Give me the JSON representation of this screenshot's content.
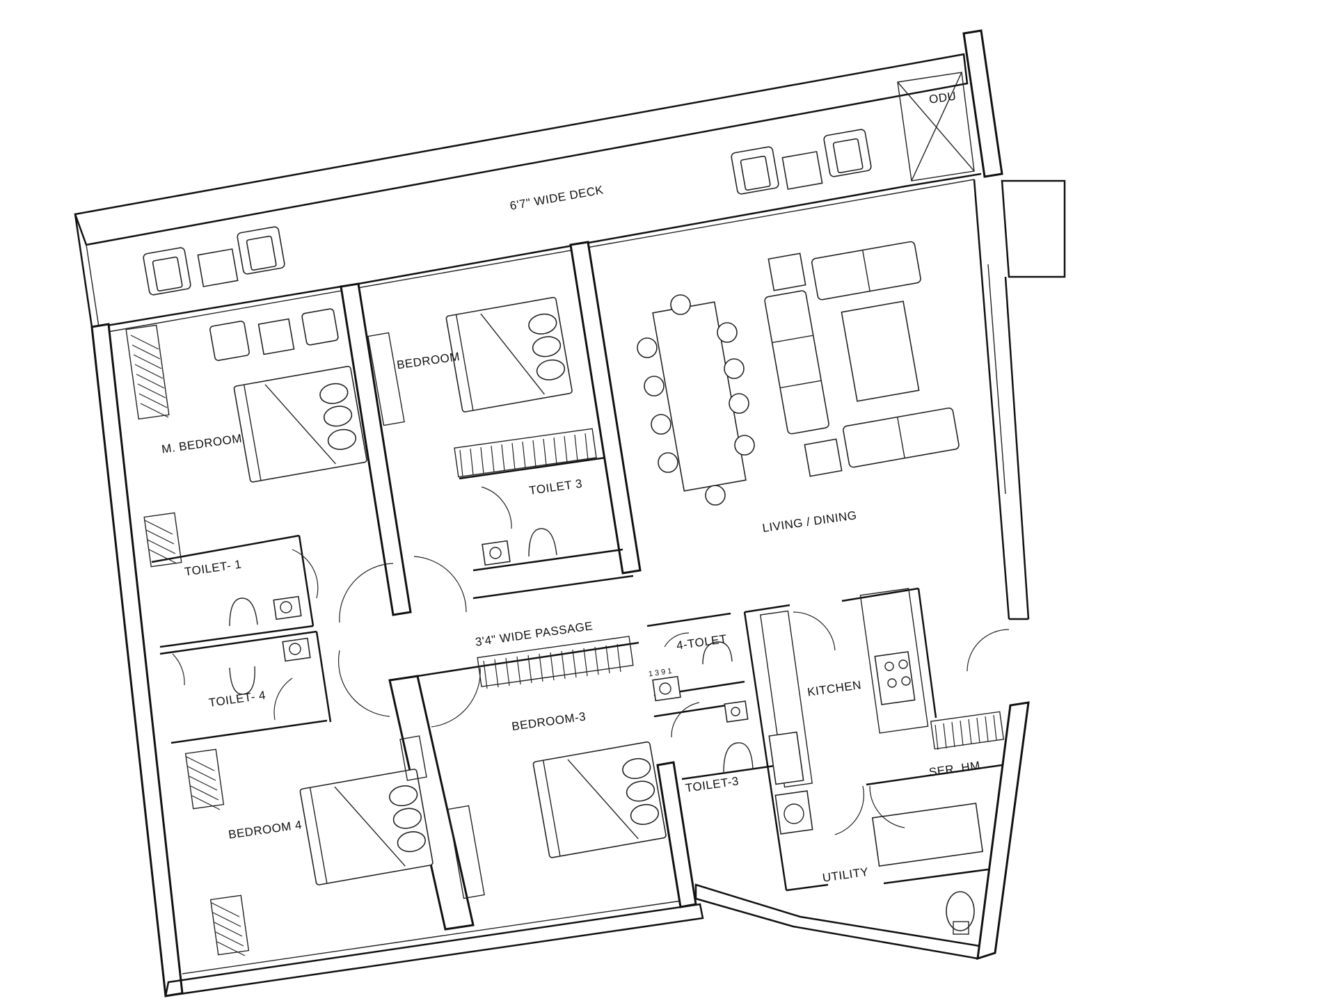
{
  "rooms": {
    "deck": "6'7\" WIDE DECK",
    "odu": "ODU",
    "bedroom": "BEDROOM",
    "master_bedroom": "M. BEDROOM",
    "toilet_3_top": "TOILET 3",
    "living_dining": "LIVING / DINING",
    "toilet_1": "TOILET- 1",
    "passage": "3'4\" WIDE PASSAGE",
    "toilet_4_small": "4-TOLET",
    "toilet_4": "TOILET- 4",
    "bedroom_3": "BEDROOM-3",
    "kitchen": "KITCHEN",
    "bedroom_4": "BEDROOM 4",
    "toilet_3_lower": "TOILET-3",
    "servant_hm": "SER. HM",
    "utility": "UTILITY",
    "small_marks": "1  3 9  1"
  }
}
